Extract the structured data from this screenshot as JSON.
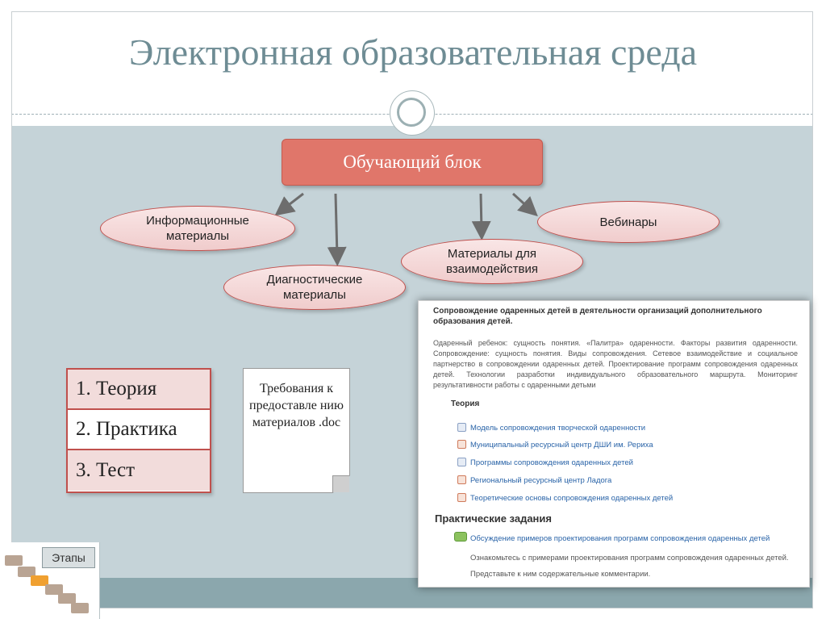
{
  "title": "Электронная образовательная среда",
  "main_block": "Обучающий блок",
  "ovals": {
    "info": "Информационные\nматериалы",
    "webinars": "Вебинары",
    "interaction": "Материалы для\nвзаимодействия",
    "diagnostic": "Диагностические\nматериалы"
  },
  "stages": [
    "1. Теория",
    "2. Практика",
    "3. Тест"
  ],
  "document": "Требования к предоставле нию материалов .doc",
  "stairs_label": "Этапы",
  "screenshot": {
    "title": "Сопровождение одаренных детей в деятельности организаций дополнительного образования детей.",
    "description": "Одаренный ребенок: сущность понятия. «Палитра» одаренности. Факторы развития одаренности. Сопровождение: сущность понятия. Виды сопровождения. Сетевое взаимодействие и социальное партнерство в сопровождении одаренных детей. Проектирование программ сопровождения одаренных детей. Технологии разработки индивидуального образовательного маршрута. Мониторинг результативности работы с одаренными детьми",
    "theory_heading": "Теория",
    "links": [
      {
        "label": "Модель сопровождения творческой одаренности",
        "icon": "doc-icon"
      },
      {
        "label": "Муниципальный ресурсный центр ДШИ им. Рериха",
        "icon": "pdf-icon"
      },
      {
        "label": "Программы сопровождения одаренных детей",
        "icon": "doc-icon"
      },
      {
        "label": "Региональный ресурсный центр Ладога",
        "icon": "pdf-icon"
      },
      {
        "label": "Теоретические основы сопровождения одаренных детей",
        "icon": "pdf-icon"
      }
    ],
    "practice_heading": "Практические задания",
    "forum_link": "Обсуждение примеров проектирования программ сопровождения одаренных детей",
    "practice_text_1": "Ознакомьтесь с примерами проектирования программ сопровождения одаренных детей.",
    "practice_text_2": "Представьте к ним содержательные комментарии."
  },
  "colors": {
    "title": "#6e8c94",
    "accent_box": "#e0766a",
    "oval_border": "#c0504d",
    "background": "#c5d3d8",
    "band": "#8ba7ad",
    "link": "#2a64a8"
  }
}
